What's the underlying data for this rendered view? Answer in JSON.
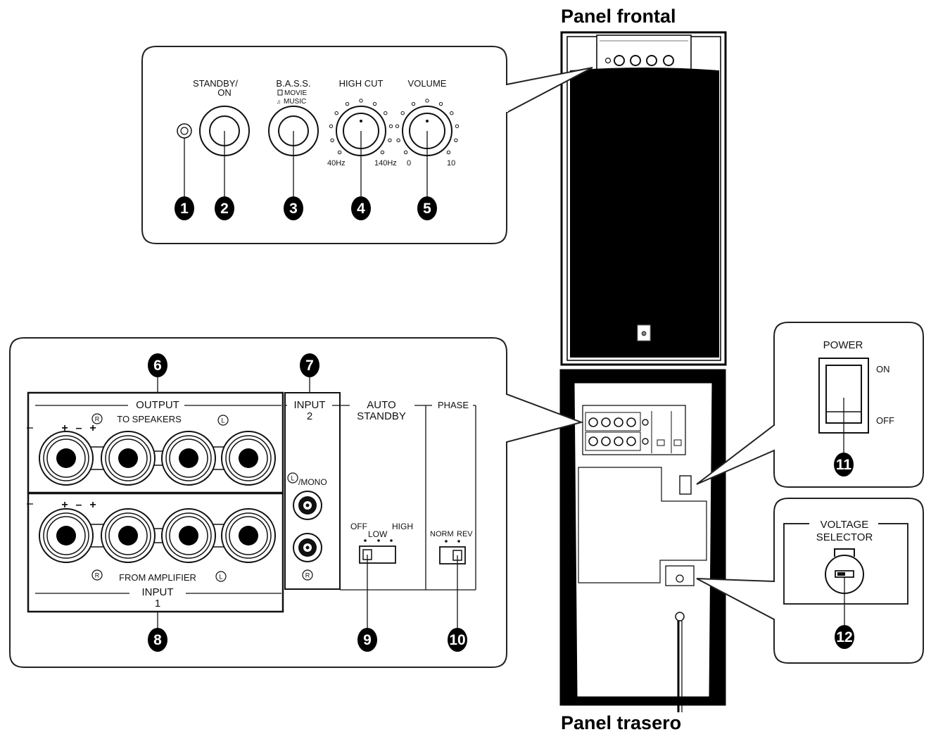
{
  "titles": {
    "front": "Panel frontal",
    "rear": "Panel trasero"
  },
  "front_controls": {
    "standby": "STANDBY/",
    "standby_on": "ON",
    "bass": "B.A.S.S.",
    "bass_movie": "MOVIE",
    "bass_music": "MUSIC",
    "high_cut": "HIGH CUT",
    "high_cut_min": "40Hz",
    "high_cut_max": "140Hz",
    "volume": "VOLUME",
    "volume_min": "0",
    "volume_max": "10"
  },
  "rear_controls": {
    "output": "OUTPUT",
    "to_speakers": "TO SPEAKERS",
    "input2": "INPUT",
    "input2_num": "2",
    "auto": "AUTO",
    "standby": "STANDBY",
    "phase": "PHASE",
    "mono": "/MONO",
    "off": "OFF",
    "low": "LOW",
    "high": "HIGH",
    "norm": "NORM",
    "rev": "REV",
    "from_amplifier": "FROM AMPLIFIER",
    "input1": "INPUT",
    "input1_num": "1",
    "r": "R",
    "l": "L",
    "plus": "+",
    "minus": "–"
  },
  "power": {
    "label": "POWER",
    "on": "ON",
    "off": "OFF"
  },
  "voltage": {
    "label1": "VOLTAGE",
    "label2": "SELECTOR"
  },
  "callouts": [
    "1",
    "2",
    "3",
    "4",
    "5",
    "6",
    "7",
    "8",
    "9",
    "10",
    "11",
    "12"
  ]
}
